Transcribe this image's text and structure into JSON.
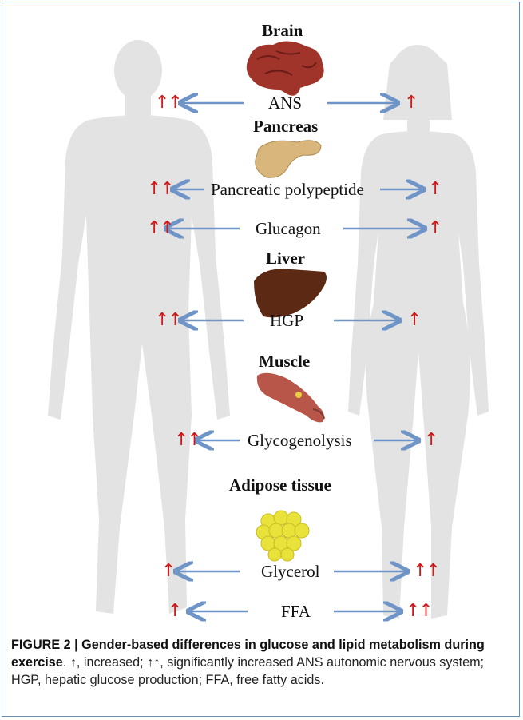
{
  "organs": {
    "brain": "Brain",
    "pancreas": "Pancreas",
    "liver": "Liver",
    "muscle": "Muscle",
    "adipose": "Adipose tissue"
  },
  "rows": [
    {
      "label": "ANS",
      "male": "↑↑",
      "female": "↑"
    },
    {
      "label": "Pancreatic polypeptide",
      "male": "↑↑",
      "female": "↑"
    },
    {
      "label": "Glucagon",
      "male": "↑↑",
      "female": "↑"
    },
    {
      "label": "HGP",
      "male": "↑↑",
      "female": "↑"
    },
    {
      "label": "Glycogenolysis",
      "male": "↑↑",
      "female": "↑"
    },
    {
      "label": "Glycerol",
      "male": "↑",
      "female": "↑↑"
    },
    {
      "label": "FFA",
      "male": "↑",
      "female": "↑↑"
    }
  ],
  "caption": {
    "title": "FIGURE 2 | Gender-based differences in glucose and lipid metabolism during exercise",
    "text": ". ↑, increased; ↑↑, significantly increased ANS autonomic nervous system; HGP, hepatic glucose production; FFA, free fatty acids."
  },
  "colors": {
    "arrow": "#6f95c8",
    "up_arrow": "#d01818",
    "silhouette": "#e3e3e3"
  }
}
